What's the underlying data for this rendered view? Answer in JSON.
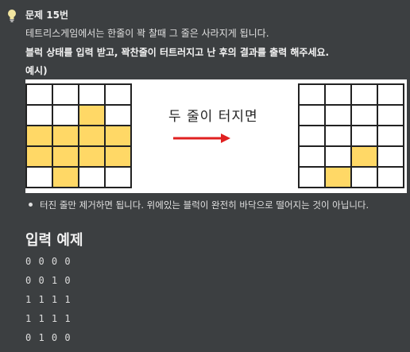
{
  "problem": {
    "icon": "lightbulb-icon",
    "title": "문제 15번",
    "line1": "테트리스게임에서는 한줄이 꽉 찰때 그 줄은 사라지게 됩니다.",
    "line2": "블럭 상태를 입력 받고, 꽉찬줄이 터트러지고 난 후의 결과를 출력 해주세요.",
    "example_label": "예시)"
  },
  "figure": {
    "caption": "두 줄이 터지면",
    "arrow_color": "#e02020",
    "filled_color": "#ffd866",
    "before": [
      [
        0,
        0,
        0,
        0
      ],
      [
        0,
        0,
        1,
        0
      ],
      [
        1,
        1,
        1,
        1
      ],
      [
        1,
        1,
        1,
        1
      ],
      [
        0,
        1,
        0,
        0
      ]
    ],
    "after": [
      [
        0,
        0,
        0,
        0
      ],
      [
        0,
        0,
        0,
        0
      ],
      [
        0,
        0,
        0,
        0
      ],
      [
        0,
        0,
        1,
        0
      ],
      [
        0,
        1,
        0,
        0
      ]
    ]
  },
  "note": "터진 줄만 제거하면 됩니다. 위에있는 블럭이 완전히 바닥으로 떨어지는 것이 아닙니다.",
  "input_example": {
    "title": "입력 예제",
    "lines": [
      "0 0 0 0",
      "0 0 1 0",
      "1 1 1 1",
      "1 1 1 1",
      "0 1 0 0"
    ]
  }
}
